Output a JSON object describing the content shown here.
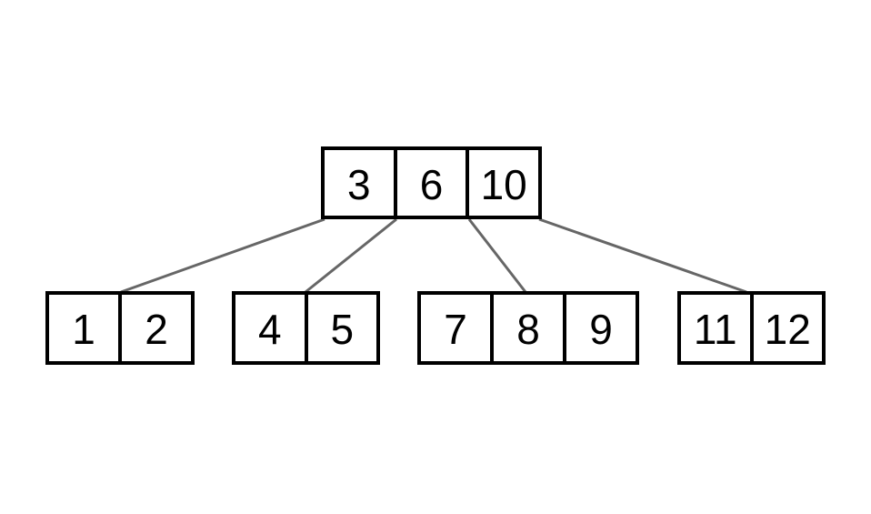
{
  "diagram": {
    "type": "b-tree",
    "colors": {
      "background": "#ffffff",
      "node_border": "#000000",
      "node_fill": "#ffffff",
      "edge": "#666666",
      "text": "#000000"
    },
    "root": {
      "keys": [
        "3",
        "6",
        "10"
      ]
    },
    "leaves": [
      {
        "keys": [
          "1",
          "2"
        ]
      },
      {
        "keys": [
          "4",
          "5"
        ]
      },
      {
        "keys": [
          "7",
          "8",
          "9"
        ]
      },
      {
        "keys": [
          "11",
          "12"
        ]
      }
    ],
    "edges": [
      {
        "from": "root",
        "to": "leaf-1"
      },
      {
        "from": "root",
        "to": "leaf-2"
      },
      {
        "from": "root",
        "to": "leaf-3"
      },
      {
        "from": "root",
        "to": "leaf-4"
      }
    ]
  }
}
